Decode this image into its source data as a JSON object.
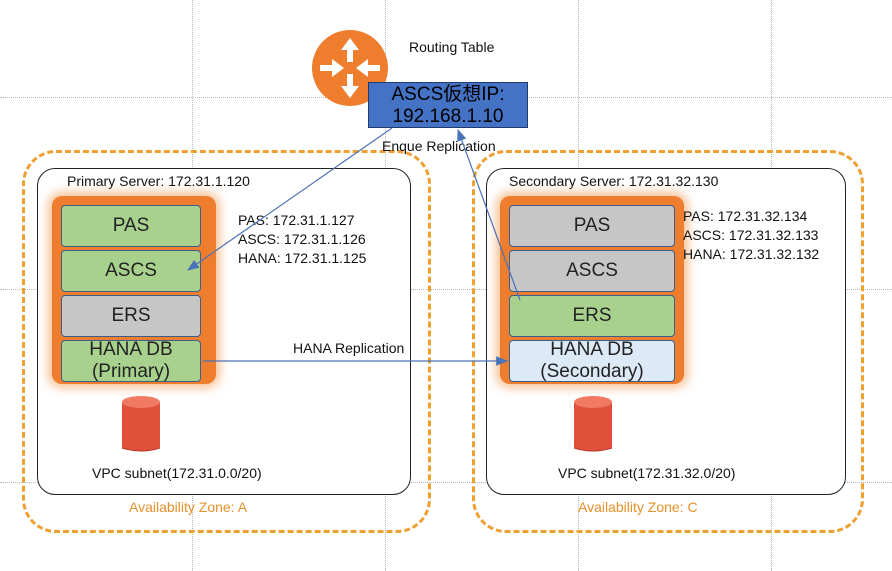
{
  "routing": {
    "label": "Routing Table",
    "router_icon": "router-icon",
    "color": "#ee7d2d"
  },
  "virtual_ip": {
    "line1": "ASCS仮想IP:",
    "line2": "192.168.1.10"
  },
  "links": {
    "enque": "Enque Replication",
    "hana": "HANA Replication"
  },
  "zone_a": {
    "label": "Availability Zone: A",
    "server": "Primary Server: 172.31.1.120",
    "subnet": "VPC subnet(172.31.0.0/20)",
    "ips": [
      "PAS:   172.31.1.127",
      "ASCS: 172.31.1.126",
      "HANA: 172.31.1.125"
    ],
    "blocks": {
      "pas": "PAS",
      "ascs": "ASCS",
      "ers": "ERS",
      "hana_line1": "HANA DB",
      "hana_line2": "(Primary)"
    }
  },
  "zone_c": {
    "label": "Availability Zone: C",
    "server": "Secondary Server: 172.31.32.130",
    "subnet": "VPC subnet(172.31.32.0/20)",
    "ips": [
      "PAS:   172.31.32.134",
      "ASCS: 172.31.32.133",
      "HANA: 172.31.32.132"
    ],
    "blocks": {
      "pas": "PAS",
      "ascs": "ASCS",
      "ers": "ERS",
      "hana_line1": "HANA DB",
      "hana_line2": "(Secondary)"
    }
  },
  "colors": {
    "zone_border": "#f0a033",
    "active_block": "#a9d18e",
    "inactive_block": "#c6c6c6",
    "storage": "#e0503a",
    "ip_box": "#4472c4",
    "arrow": "#4a72b8"
  }
}
